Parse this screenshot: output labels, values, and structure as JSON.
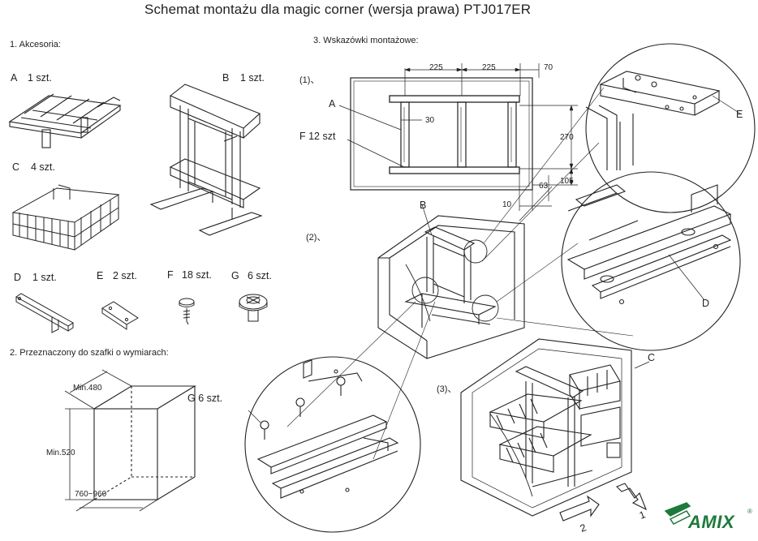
{
  "title": "Schemat montażu dla magic corner (wersja prawa) PTJ017ER",
  "sections": {
    "accessories": "1. Akcesoria:",
    "cabinet": "2. Przeznaczony do szafki o wymiarach:",
    "instructions": "3. Wskazówki montażowe:"
  },
  "parts": [
    {
      "letter": "A",
      "qty": "1 szt."
    },
    {
      "letter": "B",
      "qty": "1 szt."
    },
    {
      "letter": "C",
      "qty": "4 szt."
    },
    {
      "letter": "D",
      "qty": "1 szt."
    },
    {
      "letter": "E",
      "qty": "2 szt."
    },
    {
      "letter": "F",
      "qty": "18 szt."
    },
    {
      "letter": "G",
      "qty": "6 szt."
    }
  ],
  "cabinet_dims": {
    "depth": "Min.480",
    "height": "Min.520",
    "width": "760~960"
  },
  "steps": {
    "s1": "(1)、",
    "s2": "(2)、",
    "s3": "(3)、"
  },
  "step1_dims": {
    "d225a": "225",
    "d225b": "225",
    "d70": "70",
    "d30": "30",
    "d270": "270",
    "d105": "105",
    "d63": "63",
    "d10": "10"
  },
  "callouts": {
    "A": "A",
    "F12": "F  12 szt",
    "B": "B",
    "E": "E",
    "D": "D",
    "C": "C",
    "G6": "G  6 szt."
  },
  "arrows": {
    "a1": "1",
    "a2": "2"
  },
  "logo": {
    "name": "AMIX",
    "mark": "®",
    "color": "#1e7a3a"
  }
}
